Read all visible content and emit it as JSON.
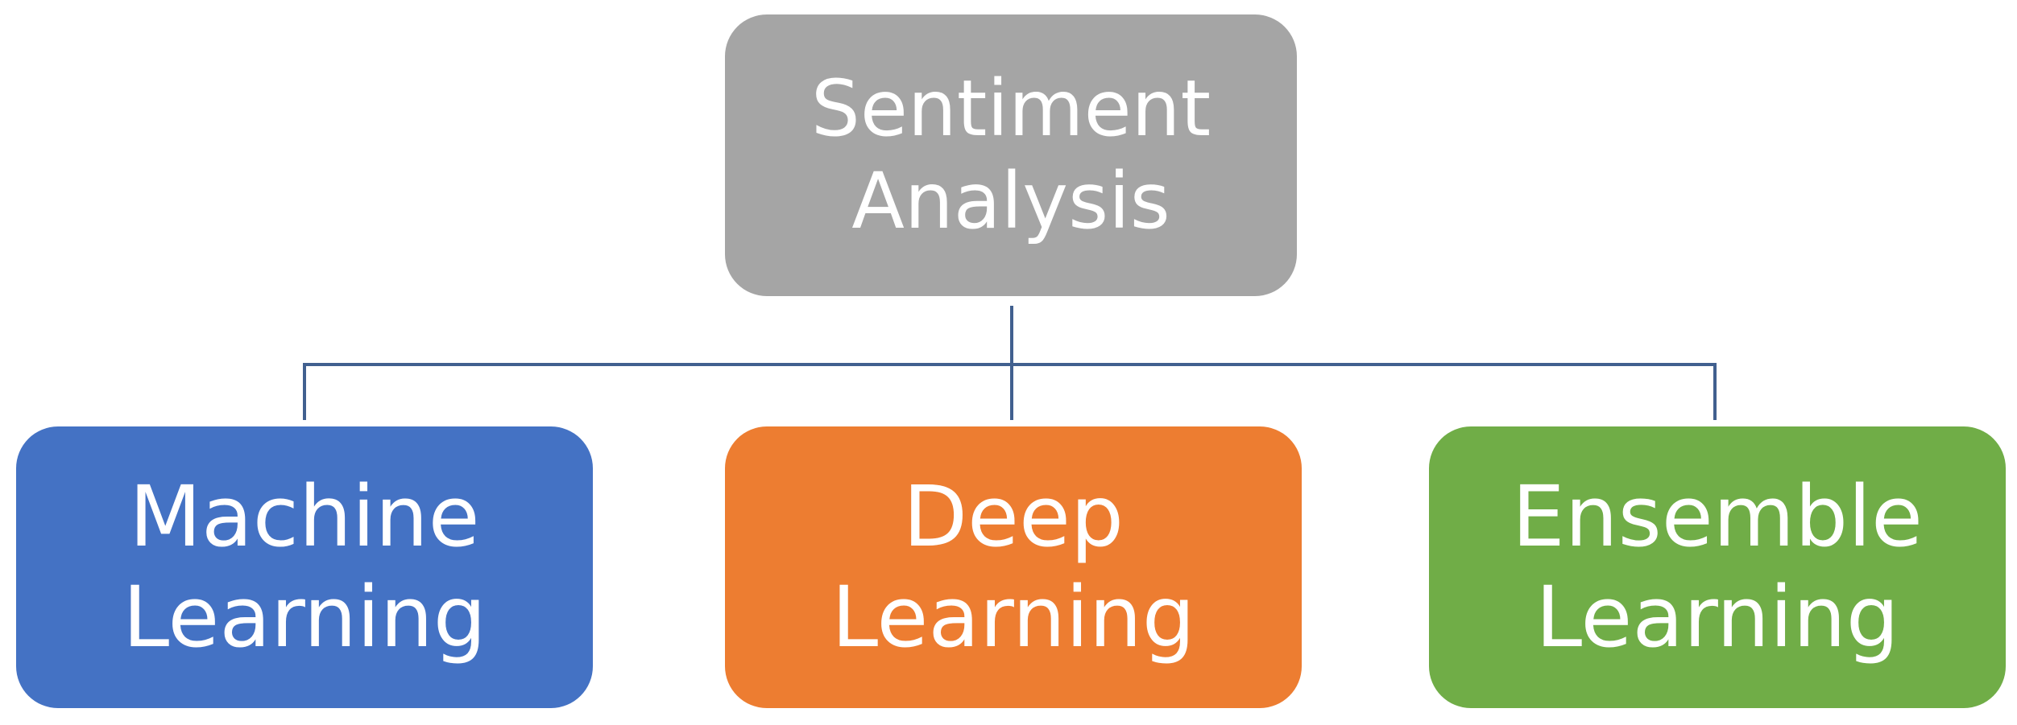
{
  "diagram": {
    "root": {
      "line1": "Sentiment",
      "line2": "Analysis",
      "color": "#a5a5a5"
    },
    "connector_color": "#41608f",
    "children": [
      {
        "line1": "Machine",
        "line2": "Learning",
        "color": "#4472c4"
      },
      {
        "line1": "Deep",
        "line2": "Learning",
        "color": "#ed7d31"
      },
      {
        "line1": "Ensemble",
        "line2": "Learning",
        "color": "#70ad47"
      }
    ]
  }
}
